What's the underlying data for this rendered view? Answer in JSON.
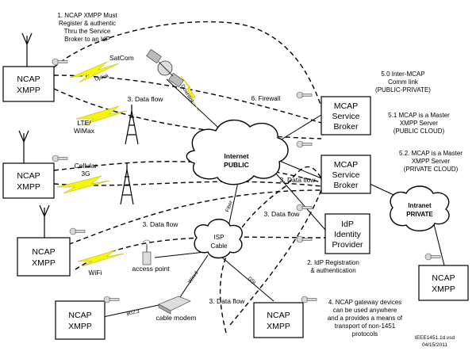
{
  "devices": {
    "ncap1": [
      "NCAP",
      "XMPP"
    ],
    "ncap2": [
      "NCAP",
      "XMPP"
    ],
    "ncap3": [
      "NCAP",
      "XMPP"
    ],
    "ncap4": [
      "NCAP",
      "XMPP"
    ],
    "ncap5": [
      "NCAP",
      "XMPP"
    ],
    "ncap6": [
      "NCAP",
      "XMPP"
    ]
  },
  "brokers": {
    "broker1": [
      "MCAP",
      "Service",
      "Broker"
    ],
    "broker2": [
      "MCAP",
      "Service",
      "Broker"
    ],
    "idp": [
      "IdP",
      "Identity",
      "Provider"
    ]
  },
  "clouds": {
    "internet": [
      "Internet",
      "PUBLIC"
    ],
    "isp": [
      "ISP",
      "Cable"
    ],
    "intranet": [
      "Intranet",
      "PRIVATE"
    ]
  },
  "notes": {
    "n1": [
      "1. NCAP XMPP Must",
      "Register & authentic",
      "Thru the Service",
      "Broker to an IdP"
    ],
    "n50": [
      "5.0 Inter-MCAP",
      "Comm link",
      "(PUBLIC-PRIVATE)"
    ],
    "n51": [
      "5.1 MCAP is a Master",
      "XMPP Server",
      "(PUBLIC CLOUD)"
    ],
    "n52": [
      "5.2. MCAP is a Master",
      "XMPP Server",
      "(PRIVATE CLOUD)"
    ],
    "n2": [
      "2. IdP Registration",
      "& authentication"
    ],
    "n4": [
      "4. NCAP gateway devices",
      "can be used anywhere",
      "and a provides a means of",
      "transport of non-1451",
      "protocols"
    ],
    "firewall": "6. Firewall"
  },
  "labels": {
    "satcom": "SatCom",
    "uplink": "Uplink",
    "downlink": "Downlink",
    "lte": [
      "LTE/",
      "WiMax"
    ],
    "cellular": [
      "Cellular",
      "3G"
    ],
    "wifi": "WiFi",
    "access_point": "access point",
    "cable_modem": "cable modem",
    "wired": "Wired",
    "dsl": "DSL",
    "fiber": "Fiber",
    "std_8023": "802.3",
    "dataflow": "3. Data flow"
  },
  "footer": [
    "IEEE1451.1d.vsd",
    "04/15/2011"
  ]
}
